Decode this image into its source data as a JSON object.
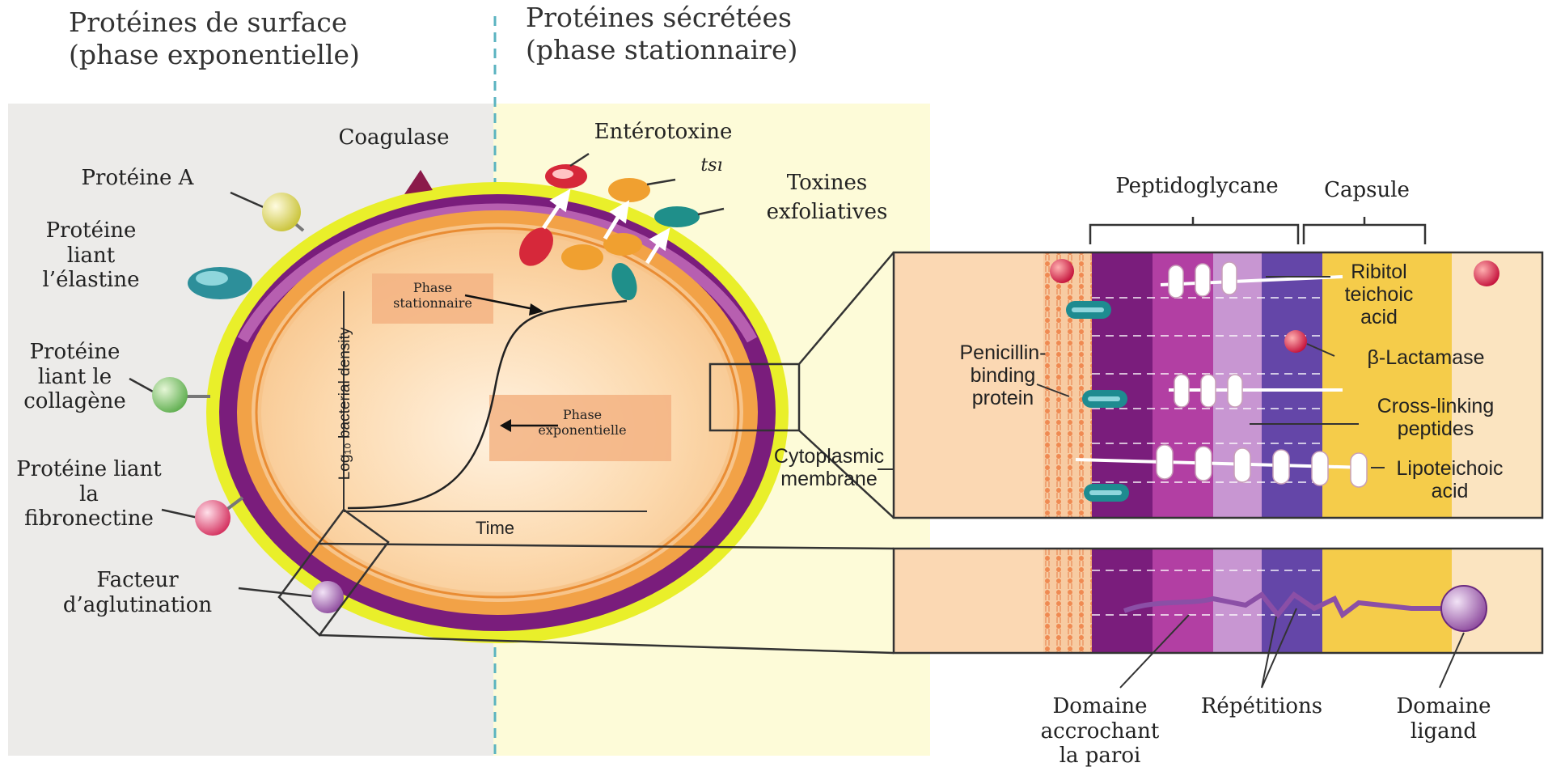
{
  "headers": {
    "left": "Protéines de surface\n(phase exponentielle)",
    "right": "Protéines sécrétées\n(phase stationnaire)"
  },
  "surface_proteins": {
    "coagulase": "Coagulase",
    "protein_a": "Protéine A",
    "elastin": "Protéine\nliant\nl’élastine",
    "collagen": "Protéine\nliant le\ncollagène",
    "fibronectin": "Protéine liant\nla\nfibronectine",
    "clumping": "Facteur\nd’aglutination"
  },
  "secreted_proteins": {
    "enterotoxin": "Entérotoxine",
    "tsst": "tsı",
    "exfoliative": "Toxines\nexfoliatives"
  },
  "growth_curve": {
    "ylabel": "Log₁₀ bacterial density",
    "xlabel": "Time",
    "stationary": "Phase\nstationnaire",
    "exponential": "Phase\nexponentielle"
  },
  "cell_wall_inset": {
    "peptidoglycan": "Peptidoglycane",
    "capsule": "Capsule",
    "ribitol": "Ribitol\nteichoic\nacid",
    "lactamase": "β-Lactamase",
    "crosslink": "Cross-linking\npeptides",
    "lipoteichoic": "Lipoteichoic\nacid",
    "pbp": "Penicillin-\nbinding\nprotein",
    "membrane": "Cytoplasmic\nmembrane"
  },
  "adhesin_inset": {
    "anchor": "Domaine\naccrochant\nla paroi",
    "repeats": "Répétitions",
    "ligand": "Domaine\nligand"
  },
  "colors": {
    "left_bg": "#ecebe9",
    "right_bg": "#fdfbd8",
    "outer_ring": "#e9ef2a",
    "purple": "#7a1d7c",
    "orange": "#f2a247",
    "cytoplasm": "#fcd5a6"
  }
}
